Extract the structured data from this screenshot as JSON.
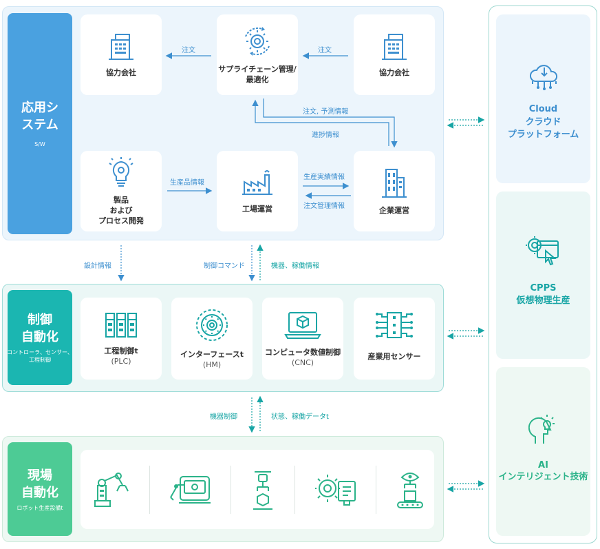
{
  "app_system": {
    "title": "応用シ\nステム",
    "sub": "S/W",
    "partner_left": "協力会社",
    "supply_chain": "サプライチェーン管理/\n最適化",
    "partner_right": "協力会社",
    "product_dev": "製品\nおよび\nプロセス開発",
    "factory": "工場運営",
    "enterprise": "企業運営",
    "arrows": {
      "order_left": "注文",
      "order_right": "注文",
      "order_forecast": "注文, 予測情報",
      "progress": "進捗情報",
      "product_info": "生産品情報",
      "production_results": "生産実績情報",
      "order_mgmt": "注文管理情報"
    }
  },
  "mid_arrows": {
    "design_info": "設計情報",
    "control_command": "制御コマンド",
    "equipment_info": "機器、稼働情報"
  },
  "control": {
    "title": "制御\n自動化",
    "sub": "コントローラ、センサー、\n工程制御",
    "plc": "工程制御t",
    "plc_sub": "(PLC)",
    "hmi": "インターフェースt",
    "hmi_sub": "(HM)",
    "cnc": "コンピュータ数値制御",
    "cnc_sub": "(CNC)",
    "sensor": "産業用センサー"
  },
  "lower_arrows": {
    "equipment_control": "機器制御",
    "status_data": "状態、稼働データt"
  },
  "field": {
    "title": "現場\n自動化",
    "sub": "ロボット生産設備t",
    "devices": [
      "robot-arm-icon",
      "cnc-machine-icon",
      "gripper-icon",
      "gear-monitor-icon",
      "vision-conveyor-icon"
    ]
  },
  "side": {
    "cloud_en": "Cloud",
    "cloud_jp": "クラウド\nプラットフォーム",
    "cpps_en": "CPPS",
    "cpps_jp": "仮想物理生産",
    "ai_en": "AI",
    "ai_jp": "インテリジェント技術"
  },
  "colors": {
    "blue": "#3d8fcf",
    "blue_panel": "#ecf5fc",
    "blue_label": "#4aa1e0",
    "teal": "#18a5a5",
    "teal_panel": "#ebf7f6",
    "teal_label": "#1bb6b1",
    "green": "#2bb389",
    "green_panel": "#eef8f3",
    "green_label": "#4dcb95"
  }
}
